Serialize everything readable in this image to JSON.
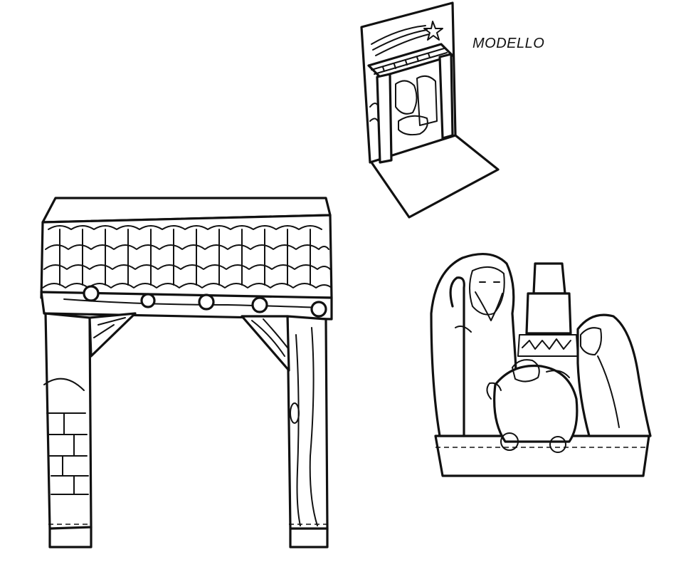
{
  "caption": {
    "model_label": "MODELLO"
  },
  "colors": {
    "ink": "#111111",
    "paper": "#ffffff"
  },
  "figures": [
    "stable-roof-cutout",
    "model-popup-card",
    "holy-family-cutout"
  ]
}
